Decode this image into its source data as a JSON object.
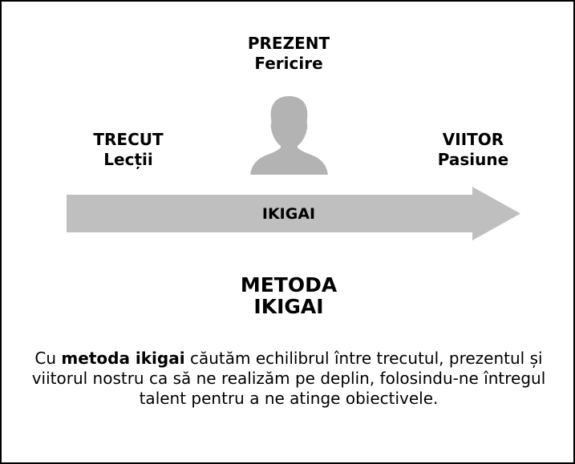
{
  "colors": {
    "arrow_fill": "#bfbfbf",
    "person_fill": "#b3b3b3",
    "border": "#000000",
    "text": "#000000"
  },
  "diagram": {
    "present": {
      "title": "PREZENT",
      "subtitle": "Fericire",
      "icon": "person-silhouette-icon"
    },
    "past": {
      "title": "TRECUT",
      "subtitle": "Lecții"
    },
    "future": {
      "title": "VIITOR",
      "subtitle": "Pasiune"
    },
    "arrow": {
      "label": "IKIGAI",
      "icon": "right-arrow-icon"
    }
  },
  "method": {
    "title_line1": "METODA",
    "title_line2": "IKIGAI"
  },
  "description": {
    "prefix": "Cu ",
    "emphasis": "metoda ikigai",
    "suffix": " căutăm echilibrul între trecutul, prezentul și viitorul nostru ca să ne realizăm pe deplin, folosindu-ne întregul talent pentru a ne atinge obiectivele."
  }
}
